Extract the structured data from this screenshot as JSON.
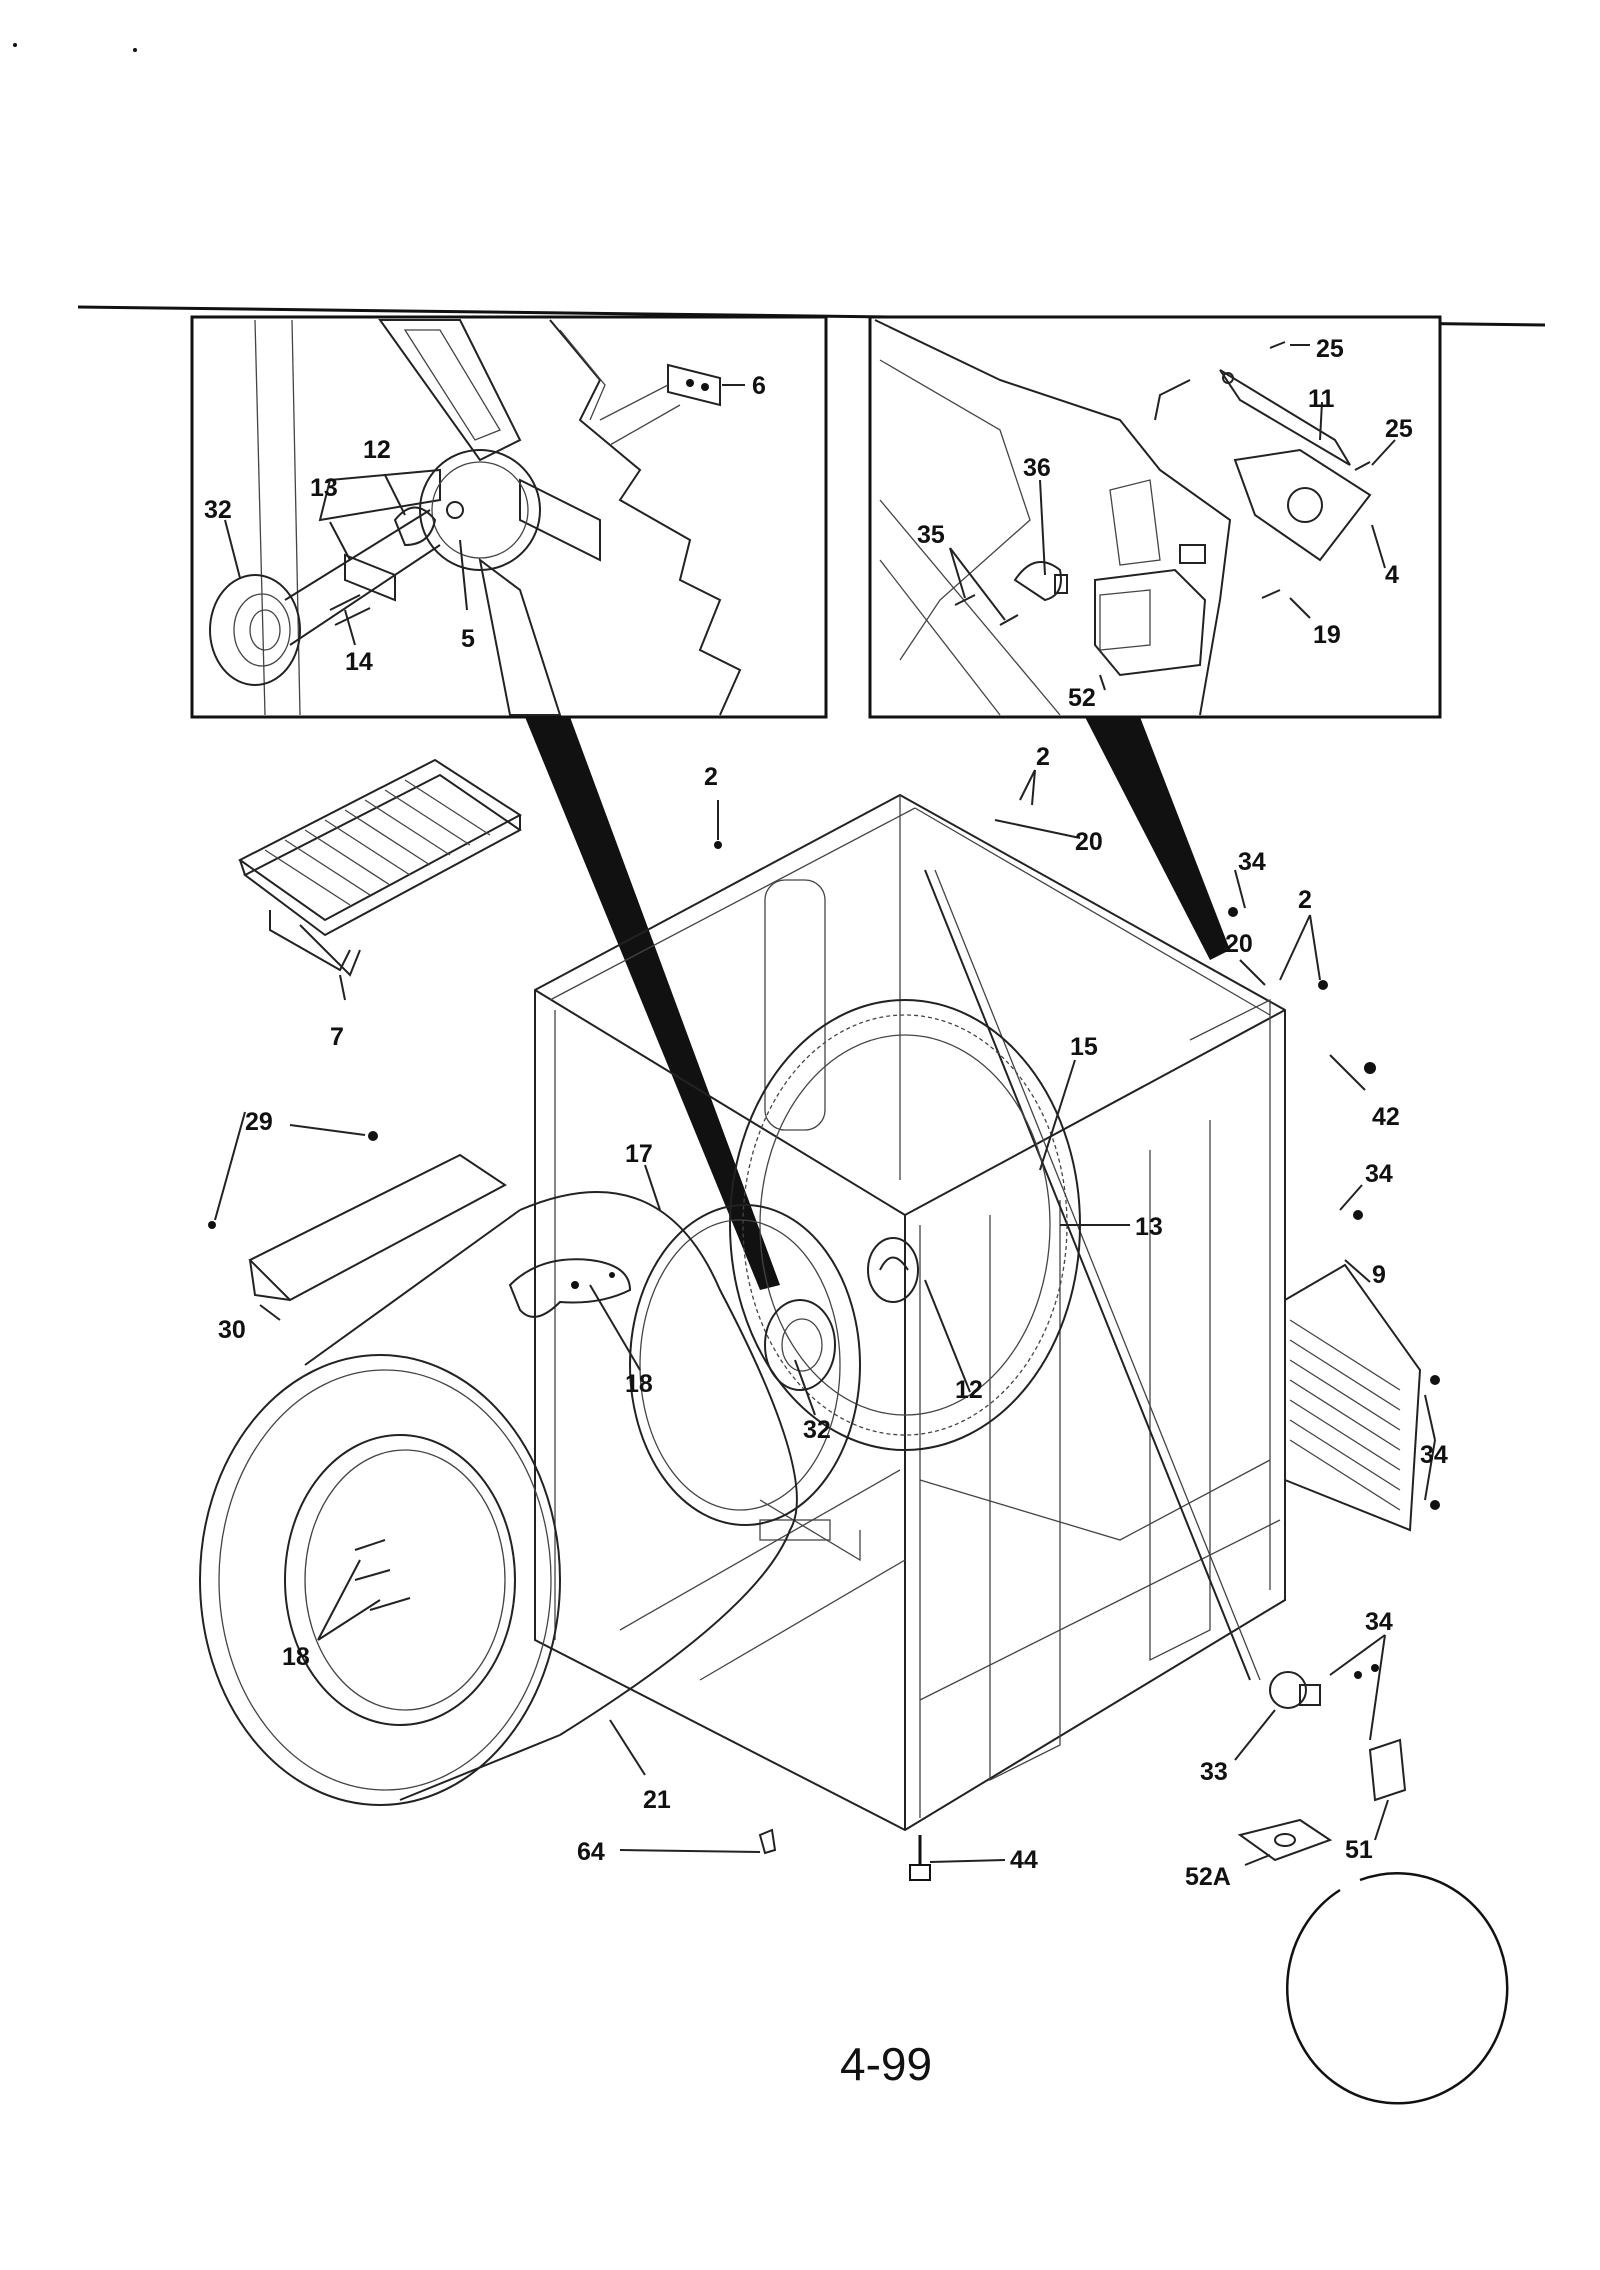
{
  "page_number": "4-99",
  "callouts": {
    "inset_left": [
      "6",
      "12",
      "13",
      "32",
      "14",
      "5"
    ],
    "inset_right": [
      "25",
      "11",
      "25",
      "36",
      "35",
      "4",
      "19",
      "52"
    ],
    "main": [
      "2",
      "2",
      "20",
      "34",
      "2",
      "20",
      "7",
      "15",
      "42",
      "29",
      "17",
      "34",
      "13",
      "9",
      "30",
      "18",
      "12",
      "34",
      "32",
      "18",
      "34",
      "33",
      "21",
      "51",
      "64",
      "44",
      "52A"
    ]
  }
}
